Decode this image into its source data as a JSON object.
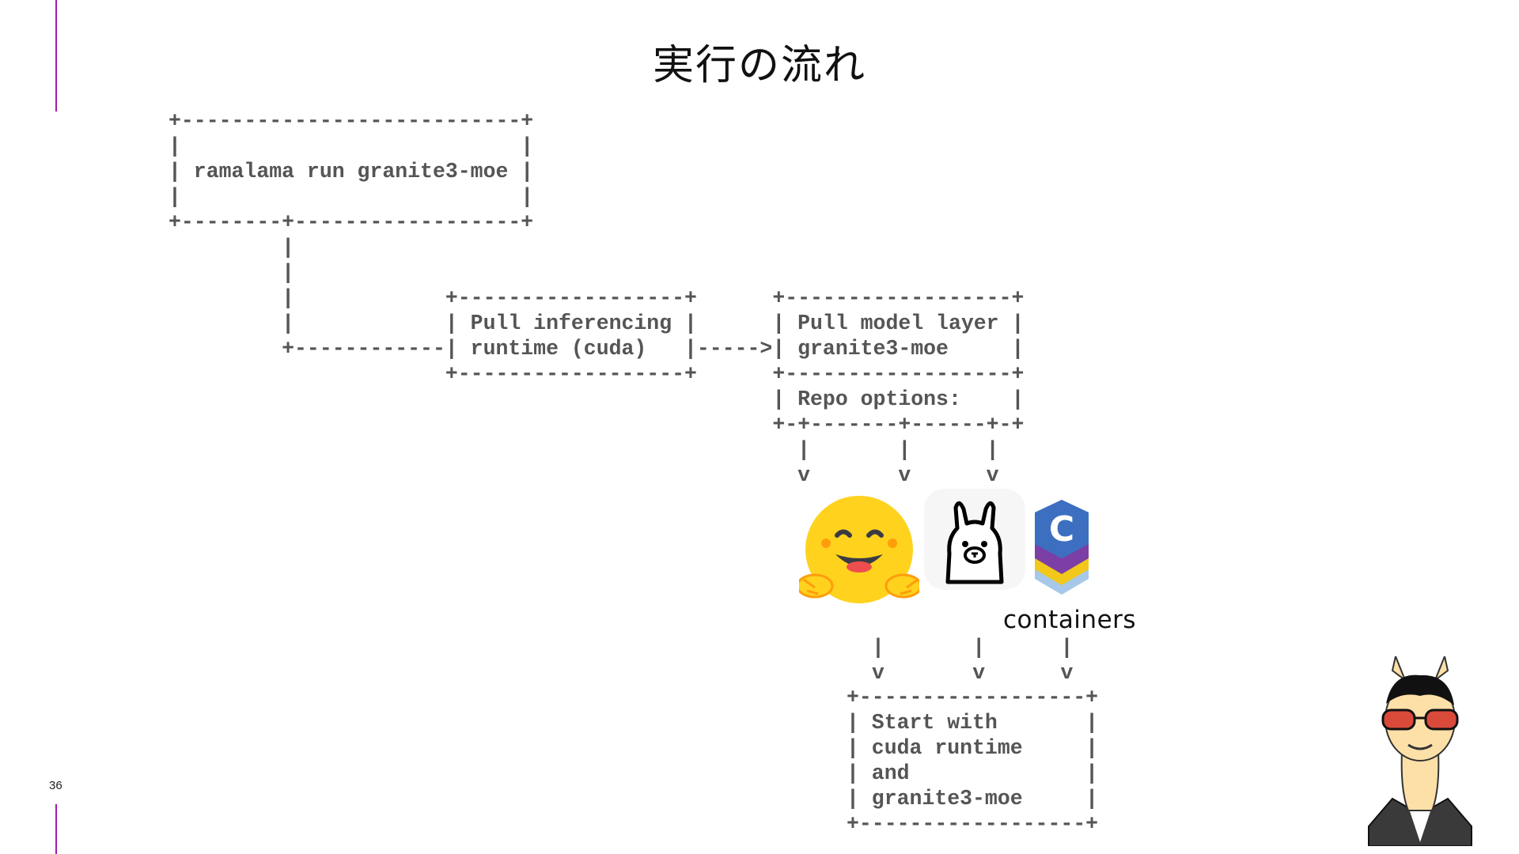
{
  "slide": {
    "title": "実行の流れ",
    "page_number": "36"
  },
  "diagram": {
    "flow_ascii": "+---------------------------+\n|                           |\n| ramalama run granite3-moe |\n|                           |\n+--------+------------------+\n         |\n         |\n         |            +------------------+      +------------------+\n         |            | Pull inferencing |      | Pull model layer |\n         +------------| runtime (cuda)   |----->| granite3-moe     |\n                      +------------------+      +------------------+\n                                                | Repo options:    |\n                                                +-+-------+------+-+\n                                                  |       |      |\n                                                  v       v      v",
    "arrows_lower": "|       |      |\nv       v      v",
    "final_box": "+------------------+\n| Start with       |\n| cuda runtime     |\n| and              |\n| granite3-moe     |\n+------------------+",
    "repo_labels": {
      "containers": "containers"
    },
    "icons": [
      "hugging-face-icon",
      "ollama-llama-icon",
      "containers-registry-icon",
      "llama-mascot-icon"
    ],
    "colors": {
      "accent": "#a21caf",
      "ascii_text": "#555555",
      "hugging_face": "#FFD21E",
      "containers_blue": "#3d6fc1"
    }
  }
}
